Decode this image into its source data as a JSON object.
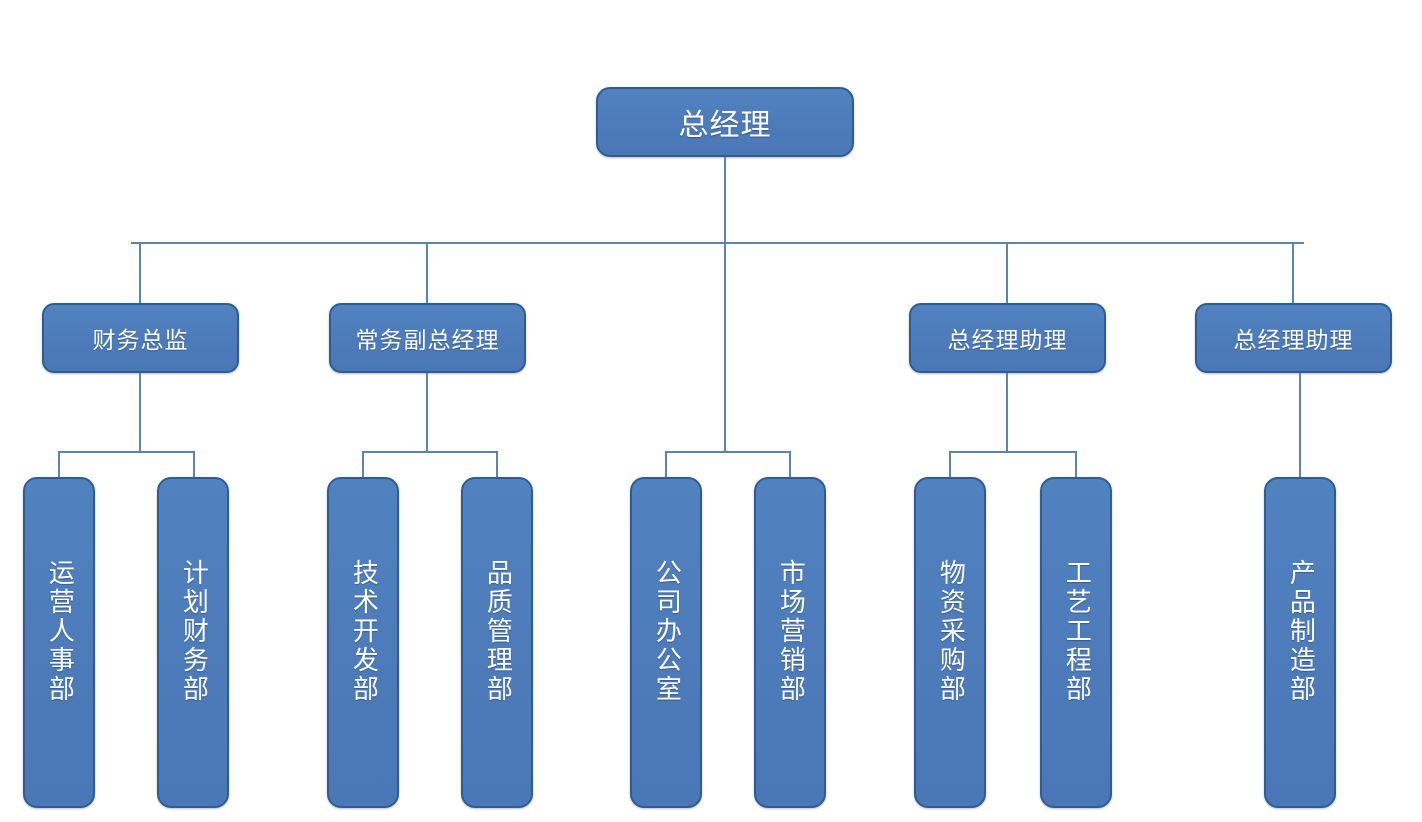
{
  "chart_data": {
    "type": "diagram",
    "diagram_type": "organization-chart",
    "title": "",
    "orientation": "top-down",
    "levels": 3,
    "node_count": 15,
    "colors": {
      "node_fill": "#4e7cbb",
      "node_border": "#2f5c94",
      "node_text": "#ffffff",
      "connector_line": "#5b84b1",
      "background": "#ffffff"
    },
    "nodes": [
      {
        "id": "gm",
        "label": "总经理",
        "level": 1,
        "parent": null,
        "text_direction": "horizontal"
      },
      {
        "id": "cfo",
        "label": "财务总监",
        "level": 2,
        "parent": "gm",
        "text_direction": "horizontal"
      },
      {
        "id": "evp",
        "label": "常务副总经理",
        "level": 2,
        "parent": "gm",
        "text_direction": "horizontal"
      },
      {
        "id": "gma1",
        "label": "总经理助理",
        "level": 2,
        "parent": "gm",
        "text_direction": "horizontal"
      },
      {
        "id": "gma2",
        "label": "总经理助理",
        "level": 2,
        "parent": "gm",
        "text_direction": "horizontal"
      },
      {
        "id": "ophr",
        "label": "运营人事部",
        "level": 3,
        "parent": "cfo",
        "text_direction": "vertical"
      },
      {
        "id": "planfin",
        "label": "计划财务部",
        "level": 3,
        "parent": "cfo",
        "text_direction": "vertical"
      },
      {
        "id": "techdev",
        "label": "技术开发部",
        "level": 3,
        "parent": "evp",
        "text_direction": "vertical"
      },
      {
        "id": "quality",
        "label": "品质管理部",
        "level": 3,
        "parent": "evp",
        "text_direction": "vertical"
      },
      {
        "id": "office",
        "label": "公司办公室",
        "level": 3,
        "parent": "gm",
        "text_direction": "vertical"
      },
      {
        "id": "marketing",
        "label": "市场营销部",
        "level": 3,
        "parent": "gm",
        "text_direction": "vertical"
      },
      {
        "id": "procure",
        "label": "物资采购部",
        "level": 3,
        "parent": "gma1",
        "text_direction": "vertical"
      },
      {
        "id": "process",
        "label": "工艺工程部",
        "level": 3,
        "parent": "gma1",
        "text_direction": "vertical"
      },
      {
        "id": "manufacture",
        "label": "产品制造部",
        "level": 3,
        "parent": "gma2",
        "text_direction": "vertical"
      }
    ]
  },
  "nodes": {
    "gm": {
      "label": "总经理"
    },
    "cfo": {
      "label": "财务总监"
    },
    "evp": {
      "label": "常务副总经理"
    },
    "gma1": {
      "label": "总经理助理"
    },
    "gma2": {
      "label": "总经理助理"
    },
    "ophr": {
      "label": "运营人事部"
    },
    "planfin": {
      "label": "计划财务部"
    },
    "techdev": {
      "label": "技术开发部"
    },
    "quality": {
      "label": "品质管理部"
    },
    "office": {
      "label": "公司办公室"
    },
    "marketing": {
      "label": "市场营销部"
    },
    "procure": {
      "label": "物资采购部"
    },
    "process": {
      "label": "工艺工程部"
    },
    "manufacture": {
      "label": "产品制造部"
    }
  }
}
